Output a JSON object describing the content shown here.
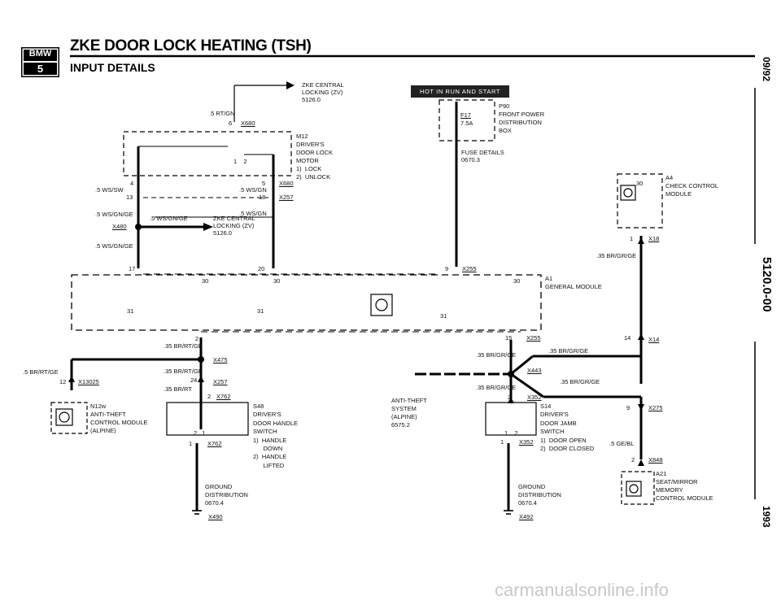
{
  "header": {
    "logo_text": "BMW",
    "logo_num": "5",
    "title": "ZKE DOOR LOCK HEATING (TSH)",
    "subtitle": "INPUT DETAILS",
    "side_top": "09/92",
    "side_mid": "5120.0-00",
    "side_bottom": "1993"
  },
  "badge": "HOT IN RUN AND START",
  "watermark": "carmanualsonline.info",
  "labels": {
    "zke_central": "ZKE CENTRAL\nLOCKING (ZV)\n5126.0",
    "rt_gn": ".5 RT/GN",
    "x680": "X680",
    "pin6": "6",
    "m12": "M12\nDRIVER'S\nDOOR LOCK\nMOTOR\n1)  LOCK\n2)  UNLOCK",
    "motor_pins": "1    2",
    "pin4": "4",
    "ws_sw": ".5 WS/SW",
    "pin13": "13",
    "pin5": "5",
    "ws_gn1": ".5 WS/GN",
    "x680b": "X680",
    "pin18": "18",
    "x257": "X257",
    "ws_gn_ge1": ".5 WS/GN/GE",
    "ws_gn2": ".5 WS/GN",
    "ws_gn_ge2": ".5 WS/GN/GE",
    "zke_central2": "ZKE CENTRAL\nLOCKING (ZV)\n5126.0",
    "x480": "X480",
    "ws_gn_ge3": ".5 WS/GN/GE",
    "pin17": "17",
    "pin20": "20",
    "pin9": "9",
    "x255": "X255",
    "p90": "P90\nFRONT POWER\nDISTRIBUTION\nBOX",
    "f17": "F17",
    "fuse_a": "7.5A",
    "fuse_details": "FUSE DETAILS\n0670.3",
    "a4": "A4\nCHECK CONTROL\nMODULE",
    "pin30_a4": "30",
    "pin1_a4": "1",
    "x18": "X18",
    "br_gr_ge1": ".35 BR/GR/GE",
    "a1": "A1\nGENERAL MODULE",
    "pin30_1": "30",
    "pin30_2": "30",
    "pin30_3": "30",
    "pin31_1": "31",
    "pin31_2": "31",
    "pin31_3": "31",
    "pin2": "2",
    "br_rt_ge1": ".35 BR/RT/GE",
    "pin15": "15",
    "x255b": "X255",
    "br_gr_ge2": ".35 BR/GR/GE",
    "pin14": "14",
    "x14": "X14",
    "br_gr_ge3": ".35 BR/GR/GE",
    "x475": "X475",
    "br_rt_ge2": ".5 BR/RT/GE",
    "br_rt_ge3": ".35 BR/RT/GE",
    "pin12": "12",
    "x13025": "X13025",
    "pin24": "24",
    "x257b": "X257",
    "br_rt": ".35 BR/RT",
    "pin2b": "2",
    "x762": "X762",
    "n12w": "N12w\nANTI-THEFT\nCONTROL MODULE\n(ALPINE)",
    "s48": "S48\nDRIVER'S\nDOOR HANDLE\nSWITCH\n1)  HANDLE\n      DOWN\n2)  HANDLE\n      LIFTED",
    "sw_pins1": "2   1",
    "pin1b": "1",
    "x762b": "X762",
    "ground1": "GROUND\nDISTRIBUTION\n0670.4",
    "x490": "X490",
    "x443": "X443",
    "br_gr_ge4": ".35 BR/GR/GE",
    "br_gr_ge5": ".35 BR/GR/GE",
    "anti_theft": "ANTI-THEFT\nSYSTEM\n(ALPINE)\n6575.2",
    "pin2c": "2",
    "x352": "X352",
    "s14": "S14\nDRIVER'S\nDOOR JAMB\nSWITCH\n1)  DOOR OPEN\n2)  DOOR CLOSED",
    "sw_pins2": "1    2",
    "pin1c": "1",
    "x352b": "X352",
    "ground2": "GROUND\nDISTRIBUTION\n0670.4",
    "x492": "X492",
    "pin9b": "9",
    "x275": "X275",
    "ge_bl": ".5 GE/BL",
    "pin2d": "2",
    "x848": "X848",
    "a21": "A21\nSEAT/MIRROR\nMEMORY\nCONTROL MODULE"
  }
}
